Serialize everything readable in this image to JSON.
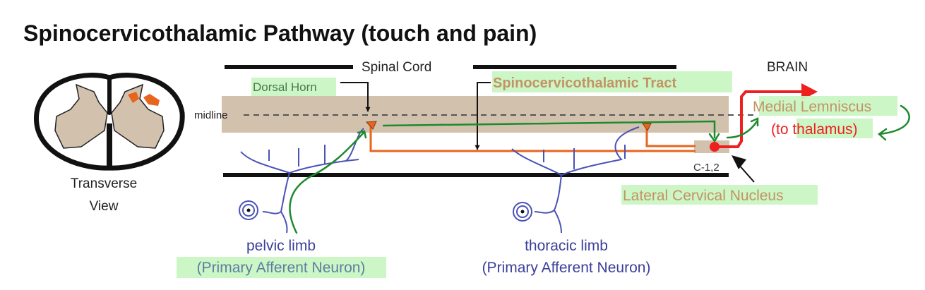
{
  "title": "Spinocervicothalamic Pathway (touch and pain)",
  "labels": {
    "spinal_cord": "Spinal Cord",
    "brain": "BRAIN",
    "midline": "midline",
    "dorsal_horn": "Dorsal Horn",
    "tract": "Spinocervicothalamic Tract",
    "medial_lemniscus_line1": "Medial Lemniscus",
    "medial_lemniscus_line2": "(to thalamus)",
    "lateral_cervical_nucleus": "Lateral Cervical Nucleus",
    "segment": "C-1,2",
    "transverse_line1": "Transverse",
    "transverse_line2": "View",
    "pelvic_line1": "pelvic limb",
    "pelvic_line2": "(Primary Afferent Neuron)",
    "thoracic_line1": "thoracic limb",
    "thoracic_line2": "(Primary Afferent Neuron)"
  },
  "colors": {
    "cord_fill": "#d2c1ad",
    "tract": "#e8651e",
    "lemniscus": "#ee1f1f",
    "neuron": "#4a52b8",
    "annotation_green": "#1e8a2e",
    "highlight": "#c9f5c3",
    "label_tan": "#c39363"
  }
}
